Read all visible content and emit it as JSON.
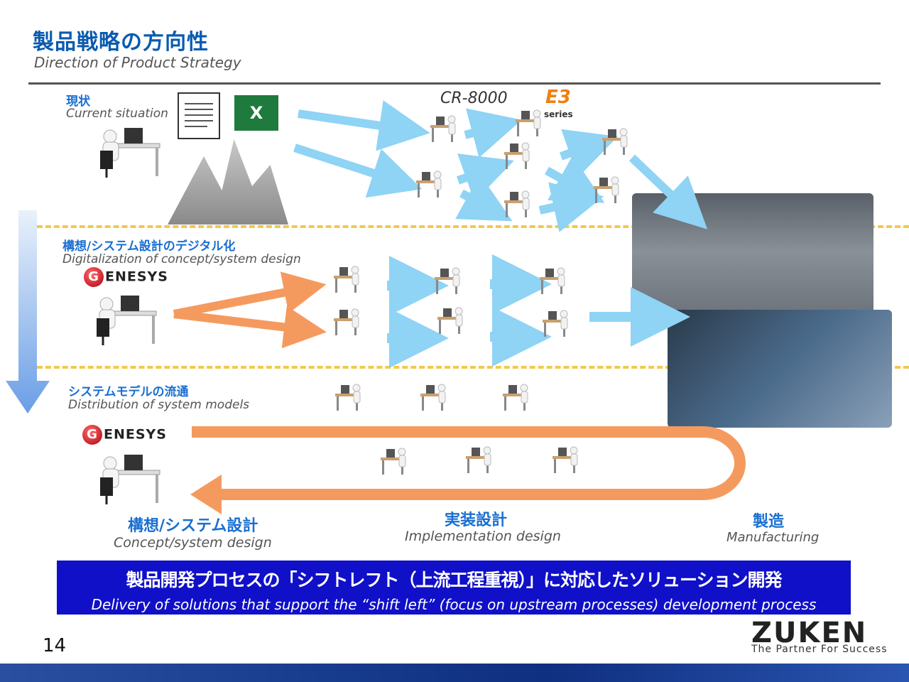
{
  "header": {
    "title_ja": "製品戦略の方向性",
    "title_en": "Direction of Product Strategy"
  },
  "sections": [
    {
      "label_ja": "現状",
      "label_en": "Current situation"
    },
    {
      "label_ja": "構想/システム設計のデジタル化",
      "label_en": "Digitalization of concept/system design"
    },
    {
      "label_ja": "システムモデルの流通",
      "label_en": "Distribution of system models"
    }
  ],
  "logos": {
    "genesys": "ENESYS",
    "genesys_g": "G",
    "cr8000": "CR-8000",
    "e3": "E3",
    "e3_series": "series",
    "excel": "X"
  },
  "stages": [
    {
      "label_ja": "構想/システム設計",
      "label_en": "Concept/system design"
    },
    {
      "label_ja": "実装設計",
      "label_en": "Implementation design"
    },
    {
      "label_ja": "製造",
      "label_en": "Manufacturing"
    }
  ],
  "banner": {
    "ja": "製品開発プロセスの「シフトレフト（上流工程重視）」に対応したソリューション開発",
    "en": "Delivery of solutions that support the “shift left” (focus on upstream processes) development process"
  },
  "footer": {
    "page_number": "14",
    "brand": "ZUKEN",
    "tagline": "The Partner For Success"
  },
  "colors": {
    "accent_blue": "#1a6fd1",
    "light_arrow": "#8fd3f5",
    "orange_arrow": "#f59a5f",
    "dash_yellow": "#f2c94c",
    "banner_blue": "#1010c8"
  }
}
